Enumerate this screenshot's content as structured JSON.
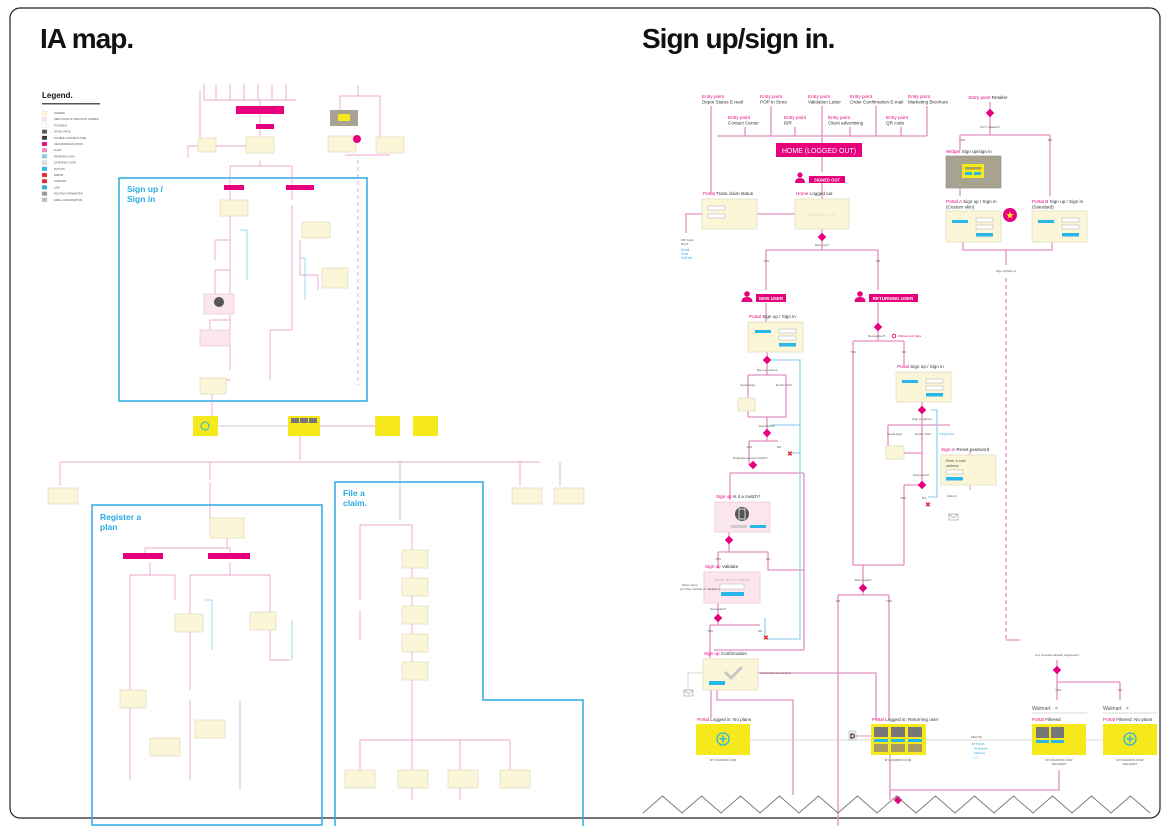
{
  "titles": {
    "left": "IA map.",
    "right": "Sign up/sign in."
  },
  "legend": {
    "title": "Legend.",
    "items": [
      "SCREEN",
      "NEW STATE OF PREVIOUS SCREEN",
      "POSSIBLE",
      "INITIAL PAGE",
      "DOUBLE CONFIRM LATER",
      "DECISION/NAVIGATION",
      "FLOW",
      "REVERSE FLOW",
      "EXTERNAL FLOW",
      "BUTTON",
      "ERROR",
      "SUPPORT",
      "LINK",
      "ROUTING PARAMETER",
      "EMAIL CONFIRMATION"
    ]
  },
  "left_sections": {
    "signup": [
      "Sign up /",
      "Sign in"
    ],
    "register": [
      "Register a",
      "plan"
    ],
    "claim": [
      "File a",
      "claim."
    ]
  },
  "entry": {
    "prefix": "Entry point",
    "row1": [
      "Depot Status E-mail",
      "POP In Store",
      "Validation Letter",
      "Order Confirmation E-mail",
      "Marketing Brochure"
    ],
    "row2": [
      "Contact Center",
      "B/R",
      "Client advertising",
      "QR code"
    ],
    "retailer": "Retailer"
  },
  "home_logged_out": "HOME (LOGGED OUT)",
  "signed_out": "SIGNED OUT",
  "new_user": "NEW USER",
  "returning_user": "RETURNING USER",
  "screens": {
    "track": {
      "prefix": "Portal",
      "label": "Track claim status"
    },
    "home": {
      "prefix": "Home",
      "label": "Logged out",
      "text": "ASURION.COM"
    },
    "widget": {
      "prefix": "Widget",
      "label": "Sign up/sign in"
    },
    "portal_a": {
      "prefix": "Portal A",
      "label": "Sign up / Sign in",
      "sub": "(Custom skin)"
    },
    "portal_b": {
      "prefix": "Portal B",
      "label": "Sign up / Sign in",
      "sub": "(Standard)"
    },
    "new_signup": {
      "prefix": "Portal",
      "label": "Sign up / Sign in"
    },
    "ret_signup": {
      "prefix": "Portal",
      "label": "Sign up / Sign in"
    },
    "reset": {
      "prefix": "Sign in",
      "label": "Reset password",
      "text1": "Enter e-mail",
      "text2": "address"
    },
    "match": {
      "prefix": "Sign up",
      "label": "Is it a match?"
    },
    "validate": {
      "prefix": "Sign up",
      "label": "Validate",
      "text": "where did you buy it?"
    },
    "confirm": {
      "prefix": "Sign up",
      "label": "Confirmation"
    },
    "no_plans": {
      "prefix": "Portal",
      "label": "Logged in: No plans",
      "url": "MY.ASURION.COM"
    },
    "returning": {
      "prefix": "Portal",
      "label": "Logged in: Returning user",
      "url": "MY.ASURION.COM"
    },
    "filtered": {
      "prefix": "Portal",
      "label": "Filtered",
      "url1": "MY.ASURION.COM/",
      "url2": "WALMART",
      "brand": "Walmart"
    },
    "filtered_np": {
      "prefix": "Portal",
      "label": "Filtered: No plans",
      "url1": "MY.ASURION.COM/",
      "url2": "WALMART",
      "brand": "Walmart"
    }
  },
  "decisions": {
    "new_user": "New user?",
    "top5": "Top 5 retailers?",
    "signup_signin": "Sign up/Sign in",
    "recognized": "Recognized?",
    "without": "Without a M days",
    "signup_options": "Sign up options",
    "signin_options": "Sign in options",
    "social": "Social login",
    "email_pwd": "Email / Pwd",
    "forgot": "Forgot Pwd",
    "successful": "Successful?",
    "duplicate": "Duplicate account match?",
    "plan_needs": "Plan needs?",
    "any_products": "Any products already registered?",
    "merged": "If accounts are merged",
    "submit": "Submit",
    "store_name": "Store name",
    "store_name2": "(or other method of validation)",
    "yes": "YES",
    "no": "NO"
  },
  "track_side": {
    "zip": "ZIP Code",
    "ref": "Ref #",
    "links": [
      "Email",
      "Chat",
      "Call me"
    ]
  },
  "filter": {
    "title": "Filter By",
    "options_label": "OPTIONS",
    "options": [
      "- All Brands",
      "- Walmart",
      "- [...]"
    ]
  },
  "d_marker": "D",
  "colors": {
    "magenta": "#e6007e",
    "flow": "#e58fc0",
    "blue": "#29b6e8",
    "yellow": "#f6e91b",
    "screen": "#fbf6d8"
  }
}
